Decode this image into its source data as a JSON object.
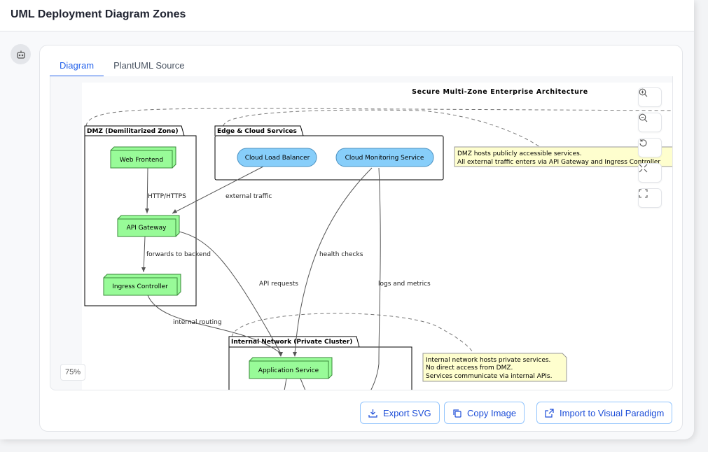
{
  "header": {
    "title": "UML Deployment Diagram Zones"
  },
  "tabs": [
    {
      "label": "Diagram",
      "active": true
    },
    {
      "label": "PlantUML Source",
      "active": false
    }
  ],
  "viewer": {
    "zoom_level": "75%",
    "controls": [
      "zoom-in-icon",
      "zoom-out-icon",
      "reset-icon",
      "fit-icon",
      "fullscreen-icon"
    ]
  },
  "diagram": {
    "title": "Secure Multi-Zone Enterprise Architecture",
    "packages": {
      "dmz": "DMZ (Demilitarized Zone)",
      "edge": "Edge & Cloud Services",
      "internal": "Internal Network (Private Cluster)"
    },
    "nodes": {
      "web_frontend": "Web Frontend",
      "api_gateway": "API Gateway",
      "ingress": "Ingress Controller",
      "app_service": "Application Service",
      "cloud_lb": "Cloud Load Balancer",
      "cloud_mon": "Cloud Monitoring Service"
    },
    "edges": {
      "http": "HTTP/HTTPS",
      "external": "external traffic",
      "forwards": "forwards to backend",
      "health": "health checks",
      "api": "API requests",
      "logs": "logs and metrics",
      "routing": "internal routing"
    },
    "notes": {
      "dmz": [
        "DMZ hosts publicly accessible services.",
        "All external traffic enters via API Gateway and Ingress Controller"
      ],
      "internal": [
        "Internal network hosts private services.",
        "No direct access from DMZ.",
        "Services communicate via internal APIs."
      ]
    },
    "colors": {
      "node": "#98fb98",
      "cloud": "#87cefa",
      "note": "#fefece"
    }
  },
  "actions": {
    "export_svg": "Export SVG",
    "copy_image": "Copy Image",
    "import_vp": "Import to Visual Paradigm"
  },
  "colors": {
    "accent": "#2563eb"
  }
}
